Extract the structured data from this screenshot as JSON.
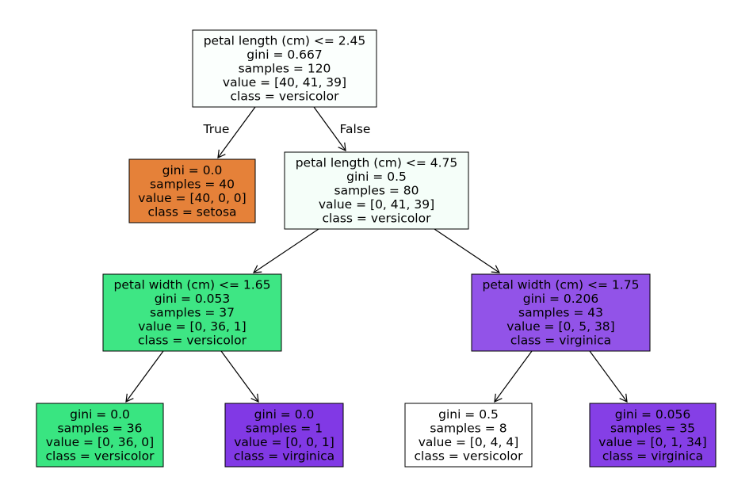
{
  "tree": {
    "nodes": [
      {
        "id": "root",
        "lines": [
          "petal length (cm) <= 2.45",
          "gini = 0.667",
          "samples = 120",
          "value = [40, 41, 39]",
          "class = versicolor"
        ],
        "fill": "#fbfffd"
      },
      {
        "id": "setosa-leaf",
        "lines": [
          "gini = 0.0",
          "samples = 40",
          "value = [40, 0, 0]",
          "class = setosa"
        ],
        "fill": "#e58139"
      },
      {
        "id": "split-petal-length-4-75",
        "lines": [
          "petal length (cm) <= 4.75",
          "gini = 0.5",
          "samples = 80",
          "value = [0, 41, 39]",
          "class = versicolor"
        ],
        "fill": "#f5fef9"
      },
      {
        "id": "split-petal-width-1-65",
        "lines": [
          "petal width (cm) <= 1.65",
          "gini = 0.053",
          "samples = 37",
          "value = [0, 36, 1]",
          "class = versicolor"
        ],
        "fill": "#3ee684"
      },
      {
        "id": "split-petal-width-1-75",
        "lines": [
          "petal width (cm) <= 1.75",
          "gini = 0.206",
          "samples = 43",
          "value = [0, 5, 38]",
          "class = virginica"
        ],
        "fill": "#9253e8"
      },
      {
        "id": "versicolor-leaf-36",
        "lines": [
          "gini = 0.0",
          "samples = 36",
          "value = [0, 36, 0]",
          "class = versicolor"
        ],
        "fill": "#39e581"
      },
      {
        "id": "virginica-leaf-1",
        "lines": [
          "gini = 0.0",
          "samples = 1",
          "value = [0, 0, 1]",
          "class = virginica"
        ],
        "fill": "#8139e5"
      },
      {
        "id": "mixed-leaf-8",
        "lines": [
          "gini = 0.5",
          "samples = 8",
          "value = [0, 4, 4]",
          "class = versicolor"
        ],
        "fill": "#ffffff"
      },
      {
        "id": "virginica-leaf-35",
        "lines": [
          "gini = 0.056",
          "samples = 35",
          "value = [0, 1, 34]",
          "class = virginica"
        ],
        "fill": "#853fe6"
      }
    ],
    "edges": [
      {
        "from": "root",
        "to": "setosa-leaf",
        "label": "True"
      },
      {
        "from": "root",
        "to": "split-petal-length-4-75",
        "label": "False"
      },
      {
        "from": "split-petal-length-4-75",
        "to": "split-petal-width-1-65",
        "label": ""
      },
      {
        "from": "split-petal-length-4-75",
        "to": "split-petal-width-1-75",
        "label": ""
      },
      {
        "from": "split-petal-width-1-65",
        "to": "versicolor-leaf-36",
        "label": ""
      },
      {
        "from": "split-petal-width-1-65",
        "to": "virginica-leaf-1",
        "label": ""
      },
      {
        "from": "split-petal-width-1-75",
        "to": "mixed-leaf-8",
        "label": ""
      },
      {
        "from": "split-petal-width-1-75",
        "to": "virginica-leaf-35",
        "label": ""
      }
    ]
  }
}
